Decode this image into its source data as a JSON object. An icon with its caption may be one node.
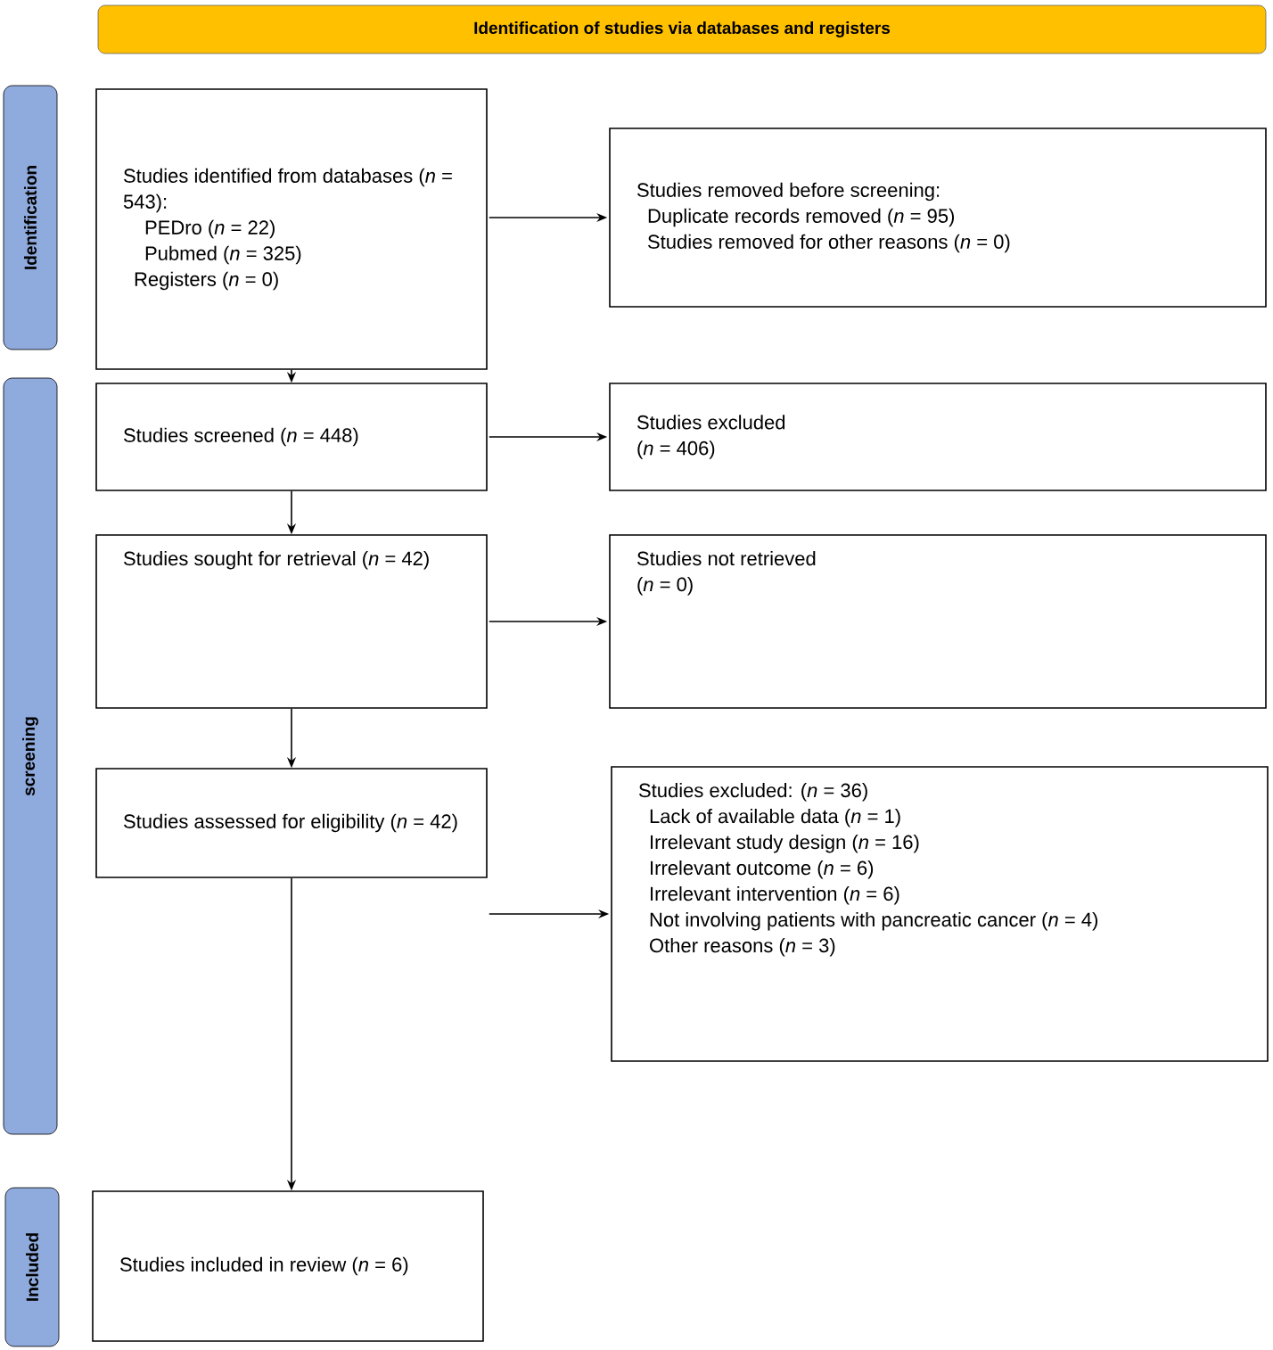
{
  "diagram": {
    "nodes": [
      {
        "text": [
          "Identification of studies via databases and registers"
        ]
      },
      {
        "text": [
          "Identification"
        ]
      },
      {
        "text": [
          "screening"
        ]
      },
      {
        "text": [
          "Included"
        ]
      },
      {
        "text": [
          "Studies identified from databases (*n* = 543):",
          "PEDro (*n* = 22)",
          "Pubmed (*n* = 325)",
          "Registers (*n* = 0)"
        ]
      },
      {
        "text": [
          "Studies removed before screening:",
          "Duplicate records removed  (*n* = 95)",
          "Studies removed for other reasons (*n* = 0)"
        ]
      },
      {
        "text": [
          "Studies screened (*n* = 448)"
        ]
      },
      {
        "text": [
          "Studies excluded",
          "(*n* = 406)"
        ]
      },
      {
        "text": [
          "Studies sought for retrieval (*n* = 42)"
        ]
      },
      {
        "text": [
          "Studies not retrieved",
          "(*n* = 0)"
        ]
      },
      {
        "text": [
          "Studies assessed for eligibility (*n* = 42)"
        ]
      },
      {
        "text": [
          "Studies excluded: (*n* = 36)",
          "Lack of available data (*n* = 1)",
          "Irrelevant study design (*n* = 16)",
          "Irrelevant outcome (*n* = 6)",
          "Irrelevant intervention (*n* = 6)",
          "Not involving patients with pancreatic cancer (*n* = 4)",
          "Other reasons (*n* = 3)"
        ]
      },
      {
        "text": [
          "Studies included in review (*n* = 6)"
        ]
      }
    ],
    "edges": [
      {
        "from": 4,
        "to": 5,
        "arrow": "to"
      },
      {
        "from": 4,
        "to": 6,
        "arrow": "to"
      },
      {
        "from": 6,
        "to": 7,
        "arrow": "to"
      },
      {
        "from": 6,
        "to": 8,
        "arrow": "to"
      },
      {
        "from": 8,
        "to": 9,
        "arrow": "to"
      },
      {
        "from": 8,
        "to": 10,
        "arrow": "to"
      },
      {
        "from": 10,
        "to": 11,
        "arrow": "to"
      },
      {
        "from": 10,
        "to": 12,
        "arrow": "to"
      }
    ]
  }
}
